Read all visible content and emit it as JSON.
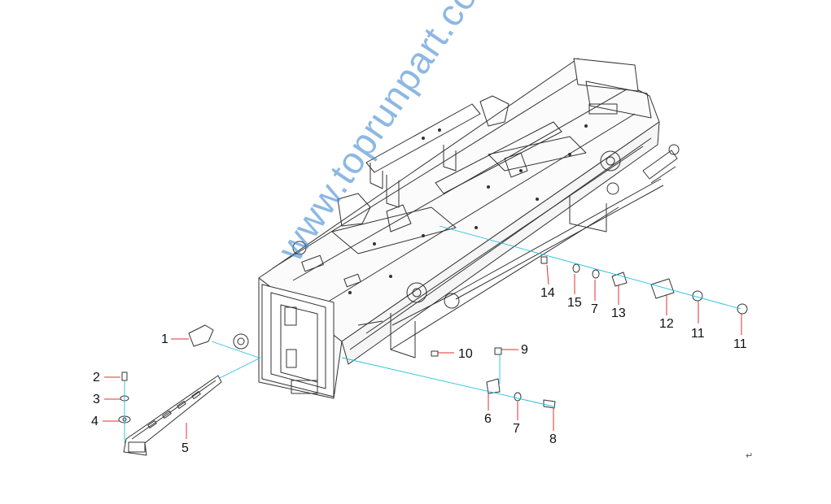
{
  "watermark": "www.toprunpart.com",
  "return_mark": "↵",
  "colors": {
    "line": "#333333",
    "leader": "#1ec0e0",
    "leader_red": "#e03030",
    "watermark": "#4b8fd2"
  },
  "callouts": [
    {
      "n": "1"
    },
    {
      "n": "2"
    },
    {
      "n": "3"
    },
    {
      "n": "4"
    },
    {
      "n": "5"
    },
    {
      "n": "6"
    },
    {
      "n": "7"
    },
    {
      "n": "8"
    },
    {
      "n": "9"
    },
    {
      "n": "10"
    },
    {
      "n": "11"
    },
    {
      "n": "11"
    },
    {
      "n": "12"
    },
    {
      "n": "13"
    },
    {
      "n": "7"
    },
    {
      "n": "15"
    },
    {
      "n": "14"
    }
  ]
}
